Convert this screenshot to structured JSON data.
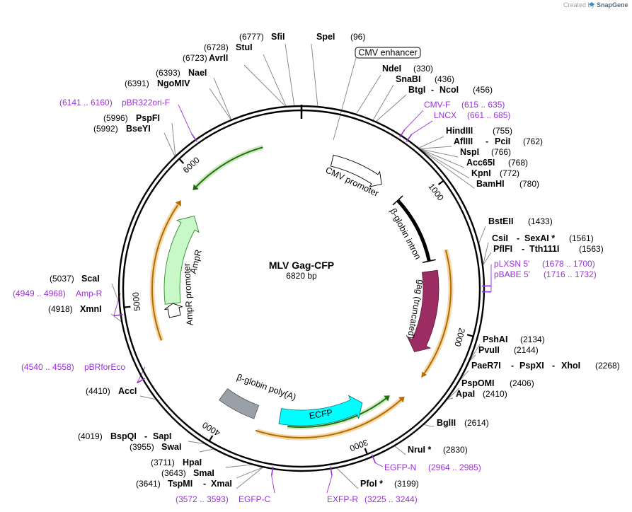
{
  "header": {
    "created_text": "Created by",
    "brand": "SnapGene"
  },
  "plasmid": {
    "name": "MLV Gag-CFP",
    "size_label": "6820 bp"
  },
  "tick_labels": [
    "1000",
    "2000",
    "3000",
    "4000",
    "5000",
    "6000"
  ],
  "features": {
    "cmv_enhancer": "CMV enhancer",
    "cmv_promoter": "CMV promoter",
    "globin_intron": "β-globin intron",
    "gag": "gag (truncated)",
    "ecfp": "ECFP",
    "globin_polya": "β-globin poly(A)",
    "ampr": "AmpR",
    "ampr_promoter": "AmpR promoter"
  },
  "enzymes": [
    {
      "name": "SpeI",
      "pos": "(96)"
    },
    {
      "name": "SfiI",
      "pos": "(6777)"
    },
    {
      "name": "StuI",
      "pos": "(6728)"
    },
    {
      "name": "AvrII",
      "pos": "(6723)"
    },
    {
      "name": "NaeI",
      "pos": "(6393)"
    },
    {
      "name": "NgoMIV",
      "pos": "(6391)"
    },
    {
      "name": "PspFI",
      "pos": "(5996)"
    },
    {
      "name": "BseYI",
      "pos": "(5992)"
    },
    {
      "name": "NdeI",
      "pos": "(330)"
    },
    {
      "name": "SnaBI",
      "pos": "(436)"
    },
    {
      "name": "BtgI",
      "name2": "NcoI",
      "pos": "(456)"
    },
    {
      "name": "HindIII",
      "pos": "(755)"
    },
    {
      "name": "AflIII",
      "name2": "PciI",
      "pos": "(762)"
    },
    {
      "name": "NspI",
      "pos": "(766)"
    },
    {
      "name": "Acc65I",
      "pos": "(768)"
    },
    {
      "name": "KpnI",
      "pos": "(772)"
    },
    {
      "name": "BamHI",
      "pos": "(780)"
    },
    {
      "name": "BstEII",
      "pos": "(1433)"
    },
    {
      "name": "CsiI",
      "name2": "SexAI *",
      "pos": "(1561)"
    },
    {
      "name": "PflFI",
      "name2": "Tth111I",
      "pos": "(1563)"
    },
    {
      "name": "PshAI",
      "pos": "(2134)"
    },
    {
      "name": "PvuII",
      "pos": "(2144)"
    },
    {
      "name": "PaeR7I",
      "name2": "PspXI",
      "name3": "XhoI",
      "pos": "(2268)"
    },
    {
      "name": "PspOMI",
      "pos": "(2406)"
    },
    {
      "name": "ApaI",
      "pos": "(2410)"
    },
    {
      "name": "BglII",
      "pos": "(2614)"
    },
    {
      "name": "NruI *",
      "pos": "(2830)"
    },
    {
      "name": "PfoI *",
      "pos": "(3199)"
    },
    {
      "name": "TspMI",
      "name2": "XmaI",
      "pos": "(3641)"
    },
    {
      "name": "SmaI",
      "pos": "(3643)"
    },
    {
      "name": "HpaI",
      "pos": "(3711)"
    },
    {
      "name": "SwaI",
      "pos": "(3955)"
    },
    {
      "name": "BspQI",
      "name2": "SapI",
      "pos": "(4019)"
    },
    {
      "name": "AccI",
      "pos": "(4410)"
    },
    {
      "name": "XmnI",
      "pos": "(4918)"
    },
    {
      "name": "ScaI",
      "pos": "(5037)"
    }
  ],
  "primers": [
    {
      "name": "pBR322ori-F",
      "range": "(6141 .. 6160)"
    },
    {
      "name": "CMV-F",
      "range": "(615 .. 635)"
    },
    {
      "name": "LNCX",
      "range": "(661 .. 685)"
    },
    {
      "name": "pLXSN 5'",
      "range": "(1678 .. 1700)"
    },
    {
      "name": "pBABE 5'",
      "range": "(1716 .. 1732)"
    },
    {
      "name": "EGFP-N",
      "range": "(2964 .. 2985)"
    },
    {
      "name": "EXFP-R",
      "range": "(3225 .. 3244)"
    },
    {
      "name": "EGFP-C",
      "range": "(3572 .. 3593)"
    },
    {
      "name": "pBRforEco",
      "range": "(4540 .. 4558)"
    },
    {
      "name": "Amp-R",
      "range": "(4949 .. 4968)"
    }
  ],
  "colors": {
    "backbone": "#000000",
    "primer": "#9b30d9",
    "gag": "#9b2d62",
    "ecfp": "#00ffff",
    "ampr": "#c8f7c8",
    "polya": "#9aa0a8",
    "orf_orange": "#e8a23a",
    "orf_green": "#3fa51a",
    "leader": "#808080"
  }
}
